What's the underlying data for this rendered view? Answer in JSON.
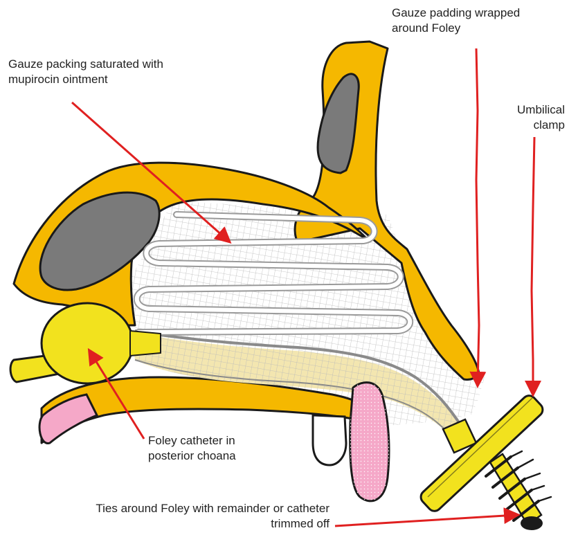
{
  "labels": {
    "gauze_packing": "Gauze packing saturated with\nmupirocin ointment",
    "gauze_padding": "Gauze padding wrapped\naround Foley",
    "clamp": "Umbilical\nclamp",
    "foley": "Foley catheter in\nposterior choana",
    "ties": "Ties around Foley with remainder or catheter\ntrimmed off"
  },
  "colors": {
    "bone": "#f5b800",
    "outline": "#1a1a1a",
    "sinus": "#7a7a7a",
    "balloon": "#f2e21e",
    "mucosa": "#f5a8c8",
    "catheter_sheath": "#f3e6b0",
    "gauze": "#bdbdbd",
    "arrow": "#e02020"
  }
}
